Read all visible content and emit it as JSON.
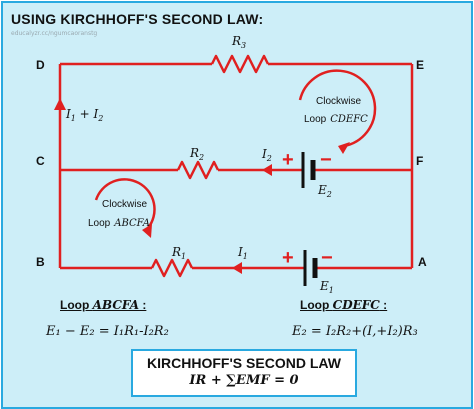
{
  "heading": "USING KIRCHHOFF'S SECOND LAW:",
  "watermark": "educalyzr.cc/ngumcaoranstg",
  "nodes": {
    "A": "A",
    "B": "B",
    "C": "C",
    "D": "D",
    "E": "E",
    "F": "F"
  },
  "resistors": {
    "r1": "R",
    "r1_sub": "1",
    "r2": "R",
    "r2_sub": "2",
    "r3": "R",
    "r3_sub": "3"
  },
  "currents": {
    "i1": "I",
    "i1_sub": "1",
    "i2": "I",
    "i2_sub": "2",
    "sum": "I",
    "sum_s1": "1",
    "sum_mid": " + I",
    "sum_s2": "2"
  },
  "batteries": {
    "e1": "E",
    "e1_sub": "1",
    "e2": "E",
    "e2_sub": "2",
    "plus": "+",
    "minus": "−"
  },
  "loops": {
    "upper": {
      "direction": "Clockwise",
      "word": "Loop",
      "name": "CDEFC"
    },
    "lower": {
      "direction": "Clockwise",
      "word": "Loop",
      "name": "ABCFA"
    }
  },
  "equations": {
    "left_title_prefix": "Loop ",
    "left_title_name": "ABCFA",
    "left_title_suffix": " :",
    "left_eq": "E₁ − E₂ = I₁R₁-I₂R₂",
    "right_title_prefix": "Loop ",
    "right_title_name": "CDEFC",
    "right_title_suffix": " :",
    "right_eq": "E₂ = I₂R₂+(I,+I₂)R₃"
  },
  "law": {
    "title": "KIRCHHOFF'S SECOND LAW",
    "formula": "IR + ∑EMF = 0"
  },
  "colors": {
    "wire": "#e02020",
    "frame": "#29a9e0",
    "background": "#cdeef8",
    "battery": "#111111"
  }
}
